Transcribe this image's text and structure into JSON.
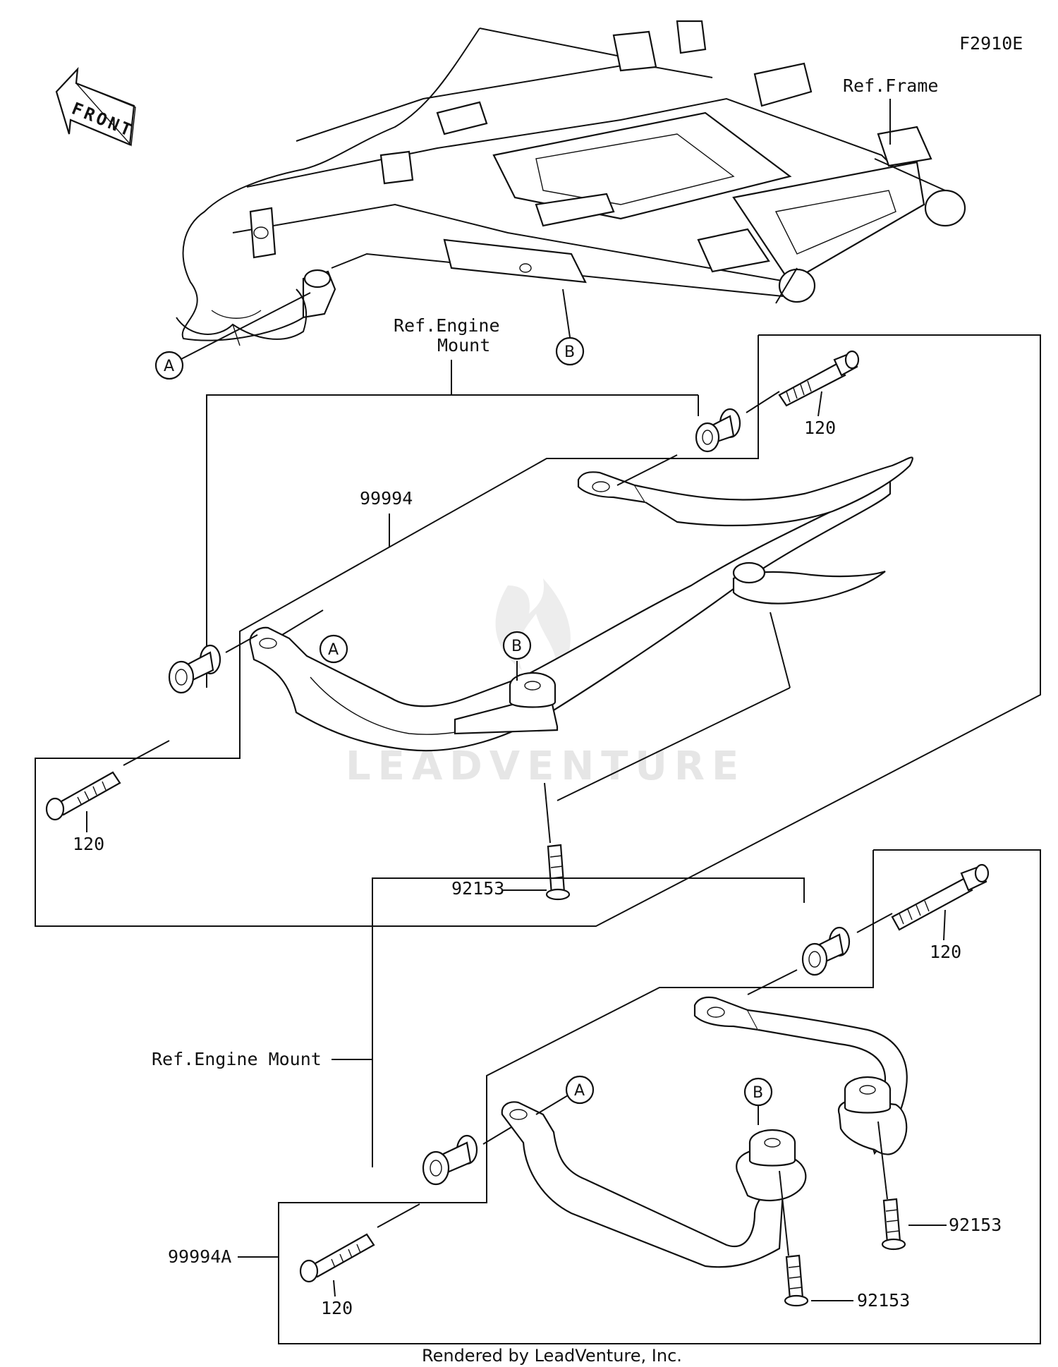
{
  "figure_code": "F2910E",
  "front_arrow_text": "FRONT",
  "ref_frame": "Ref.Frame",
  "ref_engine_mount_upper_line1": "Ref.Engine",
  "ref_engine_mount_upper_line2": "Mount",
  "ref_engine_mount_lower": "Ref.Engine Mount",
  "callouts": {
    "a": "A",
    "b": "B"
  },
  "parts": {
    "bolt": "120",
    "guard_upper": "99994",
    "guard_lower": "99994A",
    "screw": "92153"
  },
  "watermark": "LEADVENTURE",
  "footer": "Rendered by LeadVenture, Inc."
}
